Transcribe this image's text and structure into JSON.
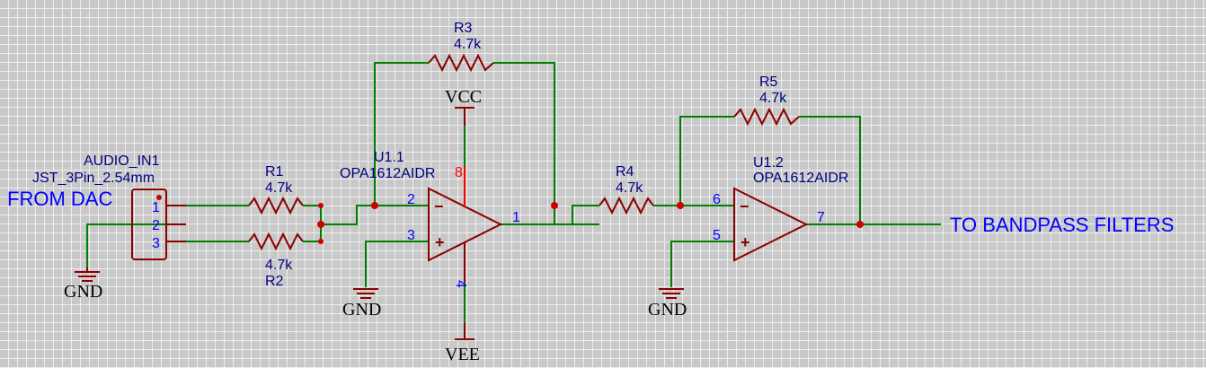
{
  "net_labels": {
    "input": "FROM DAC",
    "output": "TO BANDPASS FILTERS"
  },
  "connector": {
    "ref": "AUDIO_IN1",
    "value": "JST_3Pin_2.54mm",
    "pins": [
      "1",
      "2",
      "3"
    ]
  },
  "resistors": {
    "r1": {
      "ref": "R1",
      "value": "4.7k"
    },
    "r2": {
      "ref": "R2",
      "value": "4.7k"
    },
    "r3": {
      "ref": "R3",
      "value": "4.7k"
    },
    "r4": {
      "ref": "R4",
      "value": "4.7k"
    },
    "r5": {
      "ref": "R5",
      "value": "4.7k"
    }
  },
  "opamps": {
    "u1_1": {
      "ref": "U1.1",
      "value": "OPA1612AIDR",
      "pin_minus": "2",
      "pin_plus": "3",
      "pin_out": "1",
      "pin_vcc": "8",
      "pin_vee": "4"
    },
    "u1_2": {
      "ref": "U1.2",
      "value": "OPA1612AIDR",
      "pin_minus": "6",
      "pin_plus": "5",
      "pin_out": "7"
    }
  },
  "power": {
    "vcc": "VCC",
    "vee": "VEE",
    "gnd": "GND"
  },
  "signs": {
    "minus": "−",
    "plus": "+"
  },
  "colors": {
    "wire": "#008000",
    "part": "#8b0000",
    "label": "#000080",
    "net": "#0000ff",
    "junction": "#cc0000"
  }
}
